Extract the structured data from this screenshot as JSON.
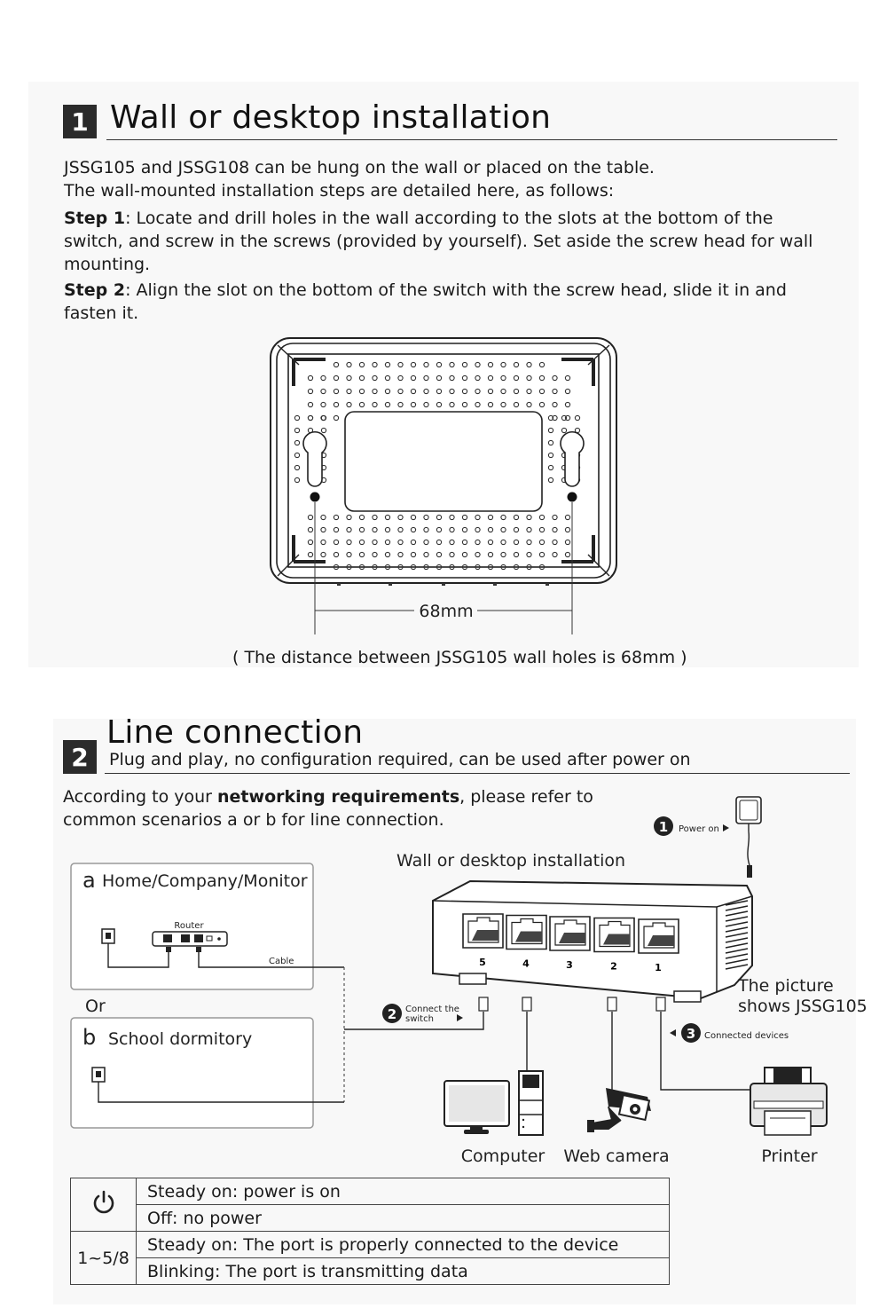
{
  "section1": {
    "number": "1",
    "title": "Wall or desktop installation",
    "intro_line1": "JSSG105 and JSSG108 can be hung on the wall or placed on the table.",
    "intro_line2": "The wall-mounted installation steps are detailed here, as follows:",
    "step1_label": "Step 1",
    "step1_line1": ": Locate and drill holes in the wall according to the slots at the bottom of the",
    "step1_line2": "switch, and screw in the screws (provided by yourself). Set aside the screw head for wall",
    "step1_line3": "mounting.",
    "step2_label": "Step 2",
    "step2_line1": ": Align the slot on the bottom of the switch with the screw head, slide it in and",
    "step2_line2": "fasten it.",
    "dimension_label": "68mm",
    "caption": "( The distance between JSSG105 wall holes is 68mm )"
  },
  "section2": {
    "number": "2",
    "title": "Line connection",
    "subtitle": "Plug and play, no configuration required, can be used after power on",
    "intro_pre": "According to your ",
    "intro_bold": "networking requirements",
    "intro_post": ", please refer to",
    "intro_line2": "common scenarios a or b for line connection.",
    "scenario_a_letter": "a",
    "scenario_a_label": "Home/Company/Monitor",
    "router_label": "Router",
    "cable_label": "Cable",
    "or_label": "Or",
    "scenario_b_letter": "b",
    "scenario_b_label": "School dormitory",
    "diagram_title": "Wall or desktop installation",
    "step1_num": "1",
    "step1_label": "Power on",
    "step2_num": "2",
    "step2_label_line1": "Connect the",
    "step2_label_line2": "switch",
    "step3_num": "3",
    "step3_label": "Connected devices",
    "port_numbers": [
      "5",
      "4",
      "3",
      "2",
      "1"
    ],
    "picture_note_line1": "The picture",
    "picture_note_line2": "shows JSSG105",
    "device_computer": "Computer",
    "device_webcam": "Web camera",
    "device_printer": "Printer"
  },
  "led_table": {
    "rows": [
      {
        "indicator": "power-icon",
        "state1": "Steady on: power is on",
        "state2": "Off: no power"
      },
      {
        "indicator": "1~5/8",
        "state1": "Steady on: The port is properly connected to the device",
        "state2": "Blinking: The port is transmitting data"
      }
    ]
  }
}
